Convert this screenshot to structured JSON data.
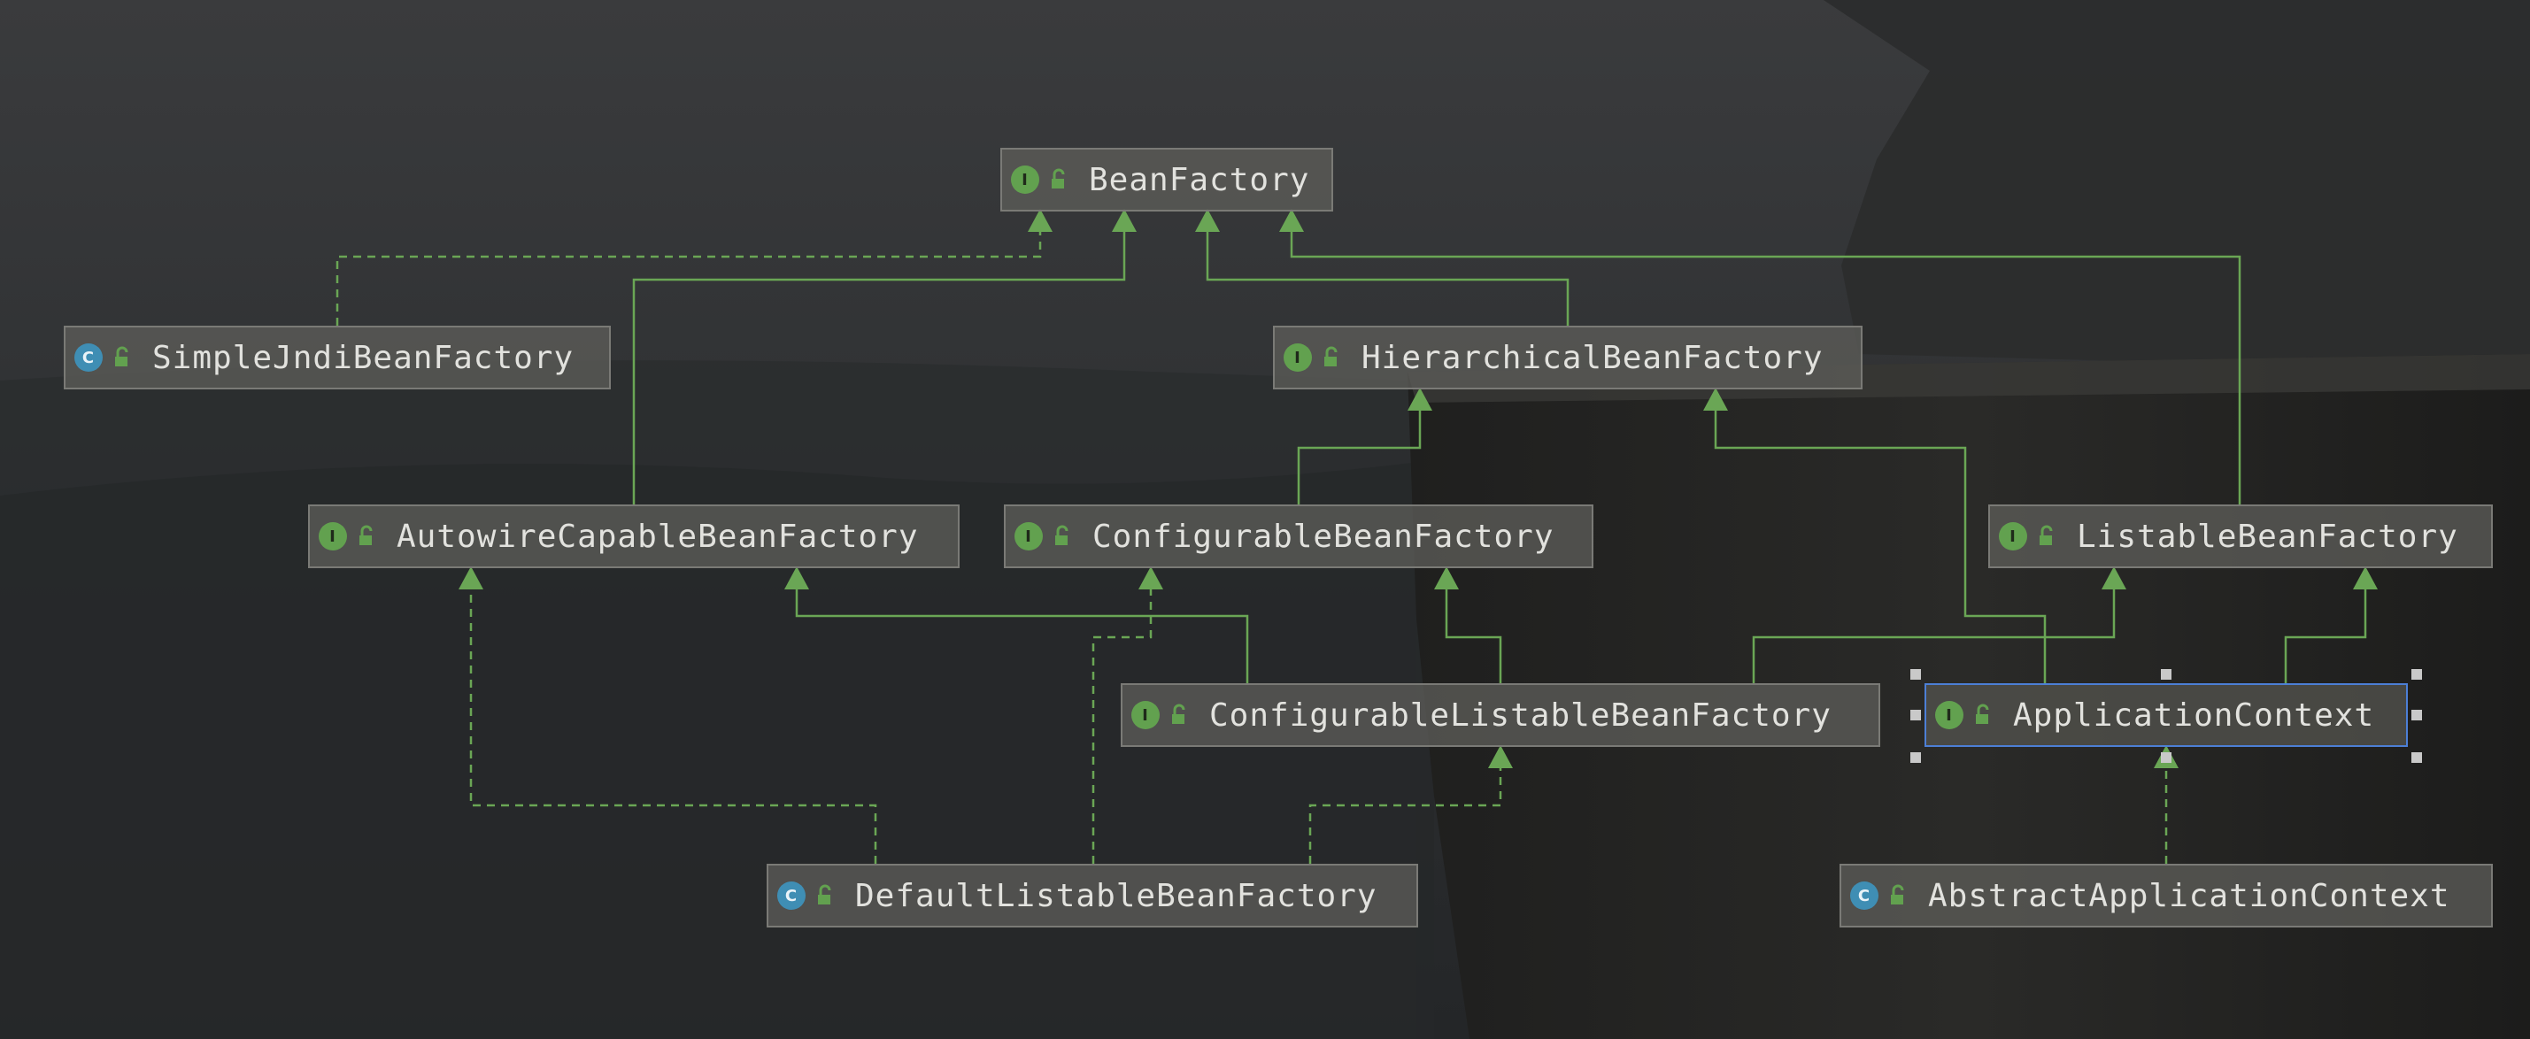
{
  "diagram": {
    "colors": {
      "edge": "#6aa655",
      "interface_icon": "#62a14f",
      "class_icon": "#3f8eb4",
      "selection": "#4c7fd6"
    },
    "nodes": [
      {
        "id": "bean-factory",
        "label": "BeanFactory",
        "kind": "interface",
        "kind_letter": "I"
      },
      {
        "id": "simple-jndi-bean-factory",
        "label": "SimpleJndiBeanFactory",
        "kind": "class",
        "kind_letter": "C"
      },
      {
        "id": "hierarchical-bean-factory",
        "label": "HierarchicalBeanFactory",
        "kind": "interface",
        "kind_letter": "I"
      },
      {
        "id": "autowire-capable-bean-factory",
        "label": "AutowireCapableBeanFactory",
        "kind": "interface",
        "kind_letter": "I"
      },
      {
        "id": "configurable-bean-factory",
        "label": "ConfigurableBeanFactory",
        "kind": "interface",
        "kind_letter": "I"
      },
      {
        "id": "listable-bean-factory",
        "label": "ListableBeanFactory",
        "kind": "interface",
        "kind_letter": "I"
      },
      {
        "id": "configurable-listable-bean-factory",
        "label": "ConfigurableListableBeanFactory",
        "kind": "interface",
        "kind_letter": "I"
      },
      {
        "id": "application-context",
        "label": "ApplicationContext",
        "kind": "interface",
        "kind_letter": "I",
        "selected": true
      },
      {
        "id": "default-listable-bean-factory",
        "label": "DefaultListableBeanFactory",
        "kind": "class",
        "kind_letter": "C"
      },
      {
        "id": "abstract-application-context",
        "label": "AbstractApplicationContext",
        "kind": "class",
        "kind_letter": "C"
      }
    ],
    "edges": [
      {
        "from": "simple-jndi-bean-factory",
        "to": "bean-factory",
        "style": "dashed"
      },
      {
        "from": "autowire-capable-bean-factory",
        "to": "bean-factory",
        "style": "solid"
      },
      {
        "from": "hierarchical-bean-factory",
        "to": "bean-factory",
        "style": "solid"
      },
      {
        "from": "listable-bean-factory",
        "to": "bean-factory",
        "style": "solid"
      },
      {
        "from": "configurable-bean-factory",
        "to": "hierarchical-bean-factory",
        "style": "solid"
      },
      {
        "from": "application-context",
        "to": "hierarchical-bean-factory",
        "style": "solid"
      },
      {
        "from": "configurable-listable-bean-factory",
        "to": "autowire-capable-bean-factory",
        "style": "solid"
      },
      {
        "from": "configurable-listable-bean-factory",
        "to": "configurable-bean-factory",
        "style": "solid"
      },
      {
        "from": "configurable-listable-bean-factory",
        "to": "listable-bean-factory",
        "style": "solid"
      },
      {
        "from": "application-context",
        "to": "listable-bean-factory",
        "style": "solid"
      },
      {
        "from": "default-listable-bean-factory",
        "to": "autowire-capable-bean-factory",
        "style": "dashed"
      },
      {
        "from": "default-listable-bean-factory",
        "to": "configurable-bean-factory",
        "style": "dashed"
      },
      {
        "from": "default-listable-bean-factory",
        "to": "configurable-listable-bean-factory",
        "style": "dashed"
      },
      {
        "from": "abstract-application-context",
        "to": "application-context",
        "style": "dashed"
      }
    ]
  }
}
